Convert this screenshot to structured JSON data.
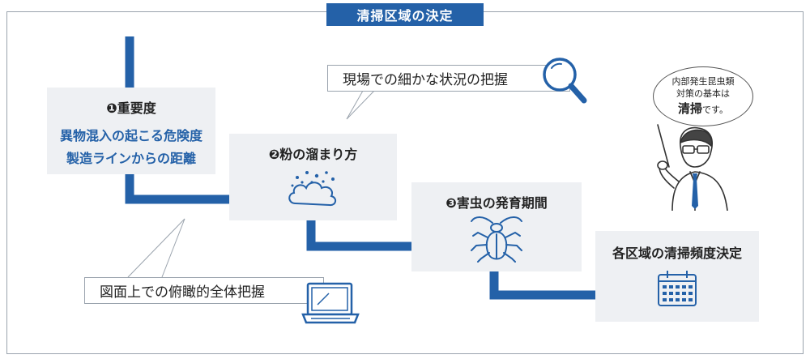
{
  "title": "清掃区域の決定",
  "steps": [
    {
      "num": "❶",
      "label": "重要度",
      "lines": [
        "異物混入の起こる危険度",
        "製造ラインからの距離"
      ]
    },
    {
      "num": "❷",
      "label": "粉の溜まり方"
    },
    {
      "num": "❸",
      "label": "害虫の発育期間"
    }
  ],
  "result": {
    "label": "各区域の清掃頻度決定"
  },
  "callouts": {
    "top": "現場での細かな状況の把握",
    "bottom": "図面上での俯瞰的全体把握"
  },
  "speech": {
    "line1": "内部発生昆虫類",
    "line2": "対策の基本は",
    "emphasis": "清掃",
    "suffix": "です。"
  },
  "icons": [
    "magnifier-icon",
    "dust-icon",
    "cockroach-icon",
    "calendar-icon",
    "laptop-icon",
    "presenter-icon"
  ],
  "colors": {
    "accent": "#2461a8",
    "box": "#eef0f3",
    "border": "#9aa3ad"
  }
}
